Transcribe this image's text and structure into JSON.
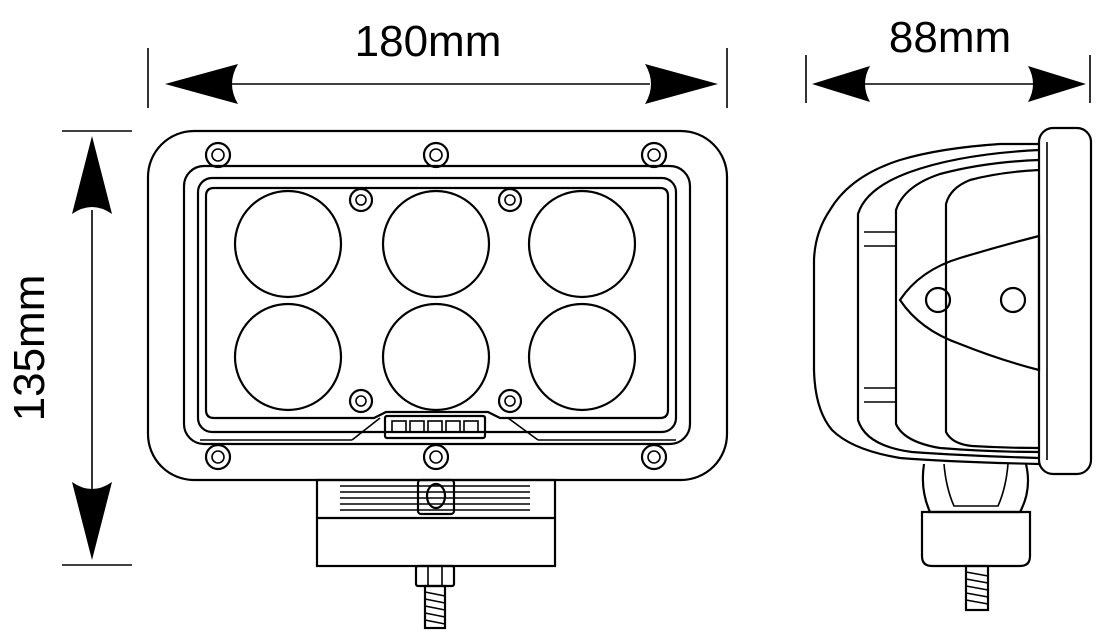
{
  "dimensions": {
    "width": "180mm",
    "depth": "88mm",
    "height": "135mm"
  },
  "colors": {
    "line": "#000000",
    "background": "#ffffff"
  }
}
